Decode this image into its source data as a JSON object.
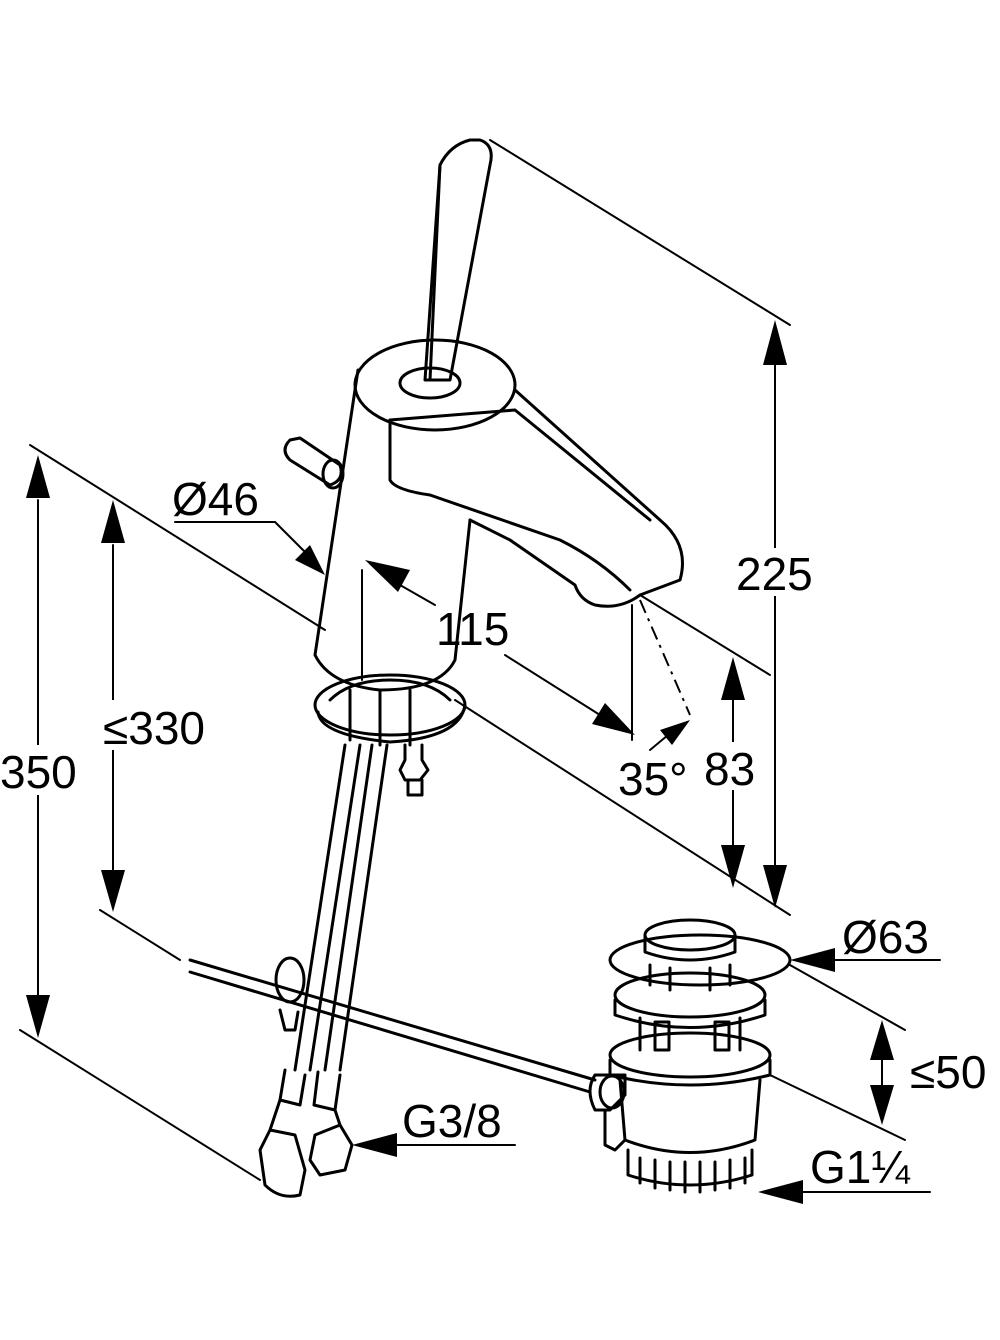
{
  "dimensions": {
    "handle_diameter": "Ø46",
    "spout_reach": "115",
    "total_height": "225",
    "spout_height": "83",
    "spout_angle": "35°",
    "overall_height": "350",
    "max_height": "≤330",
    "waste_diameter": "Ø63",
    "waste_height": "≤50",
    "supply_thread": "G3/8",
    "waste_thread": "G1¼"
  },
  "colors": {
    "line": "#000000",
    "background": "#ffffff"
  }
}
